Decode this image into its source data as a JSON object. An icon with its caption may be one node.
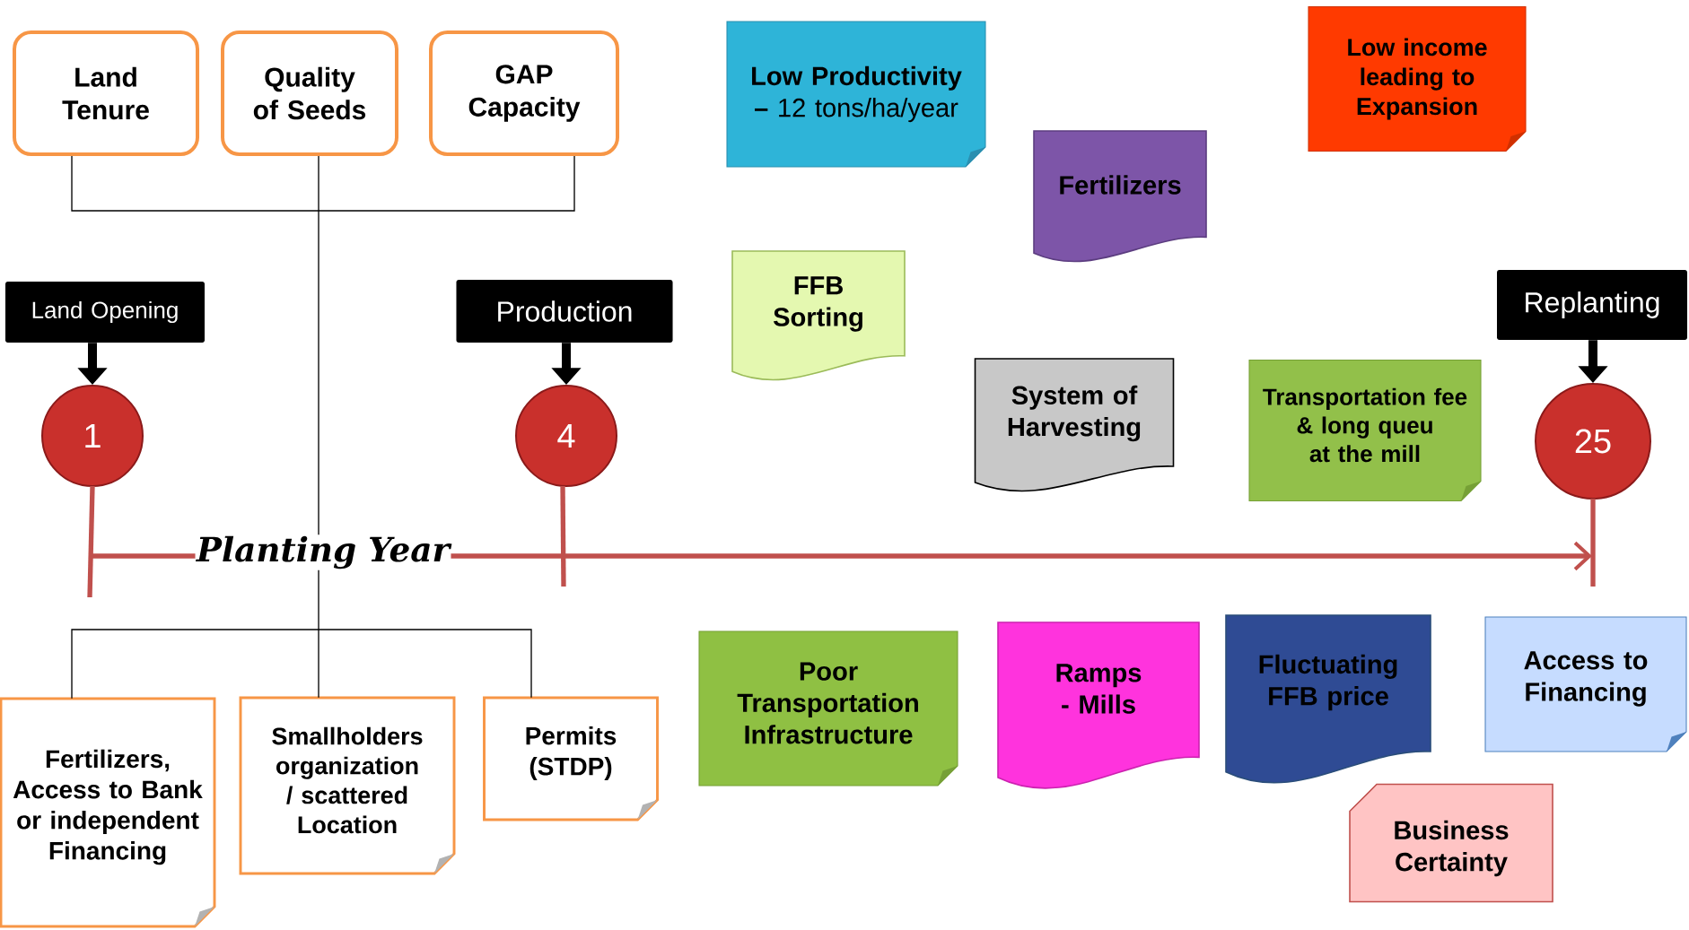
{
  "diagram": {
    "nodes": [
      {
        "text": [
          "Land Tenure"
        ]
      },
      {
        "text": [
          "Quality of Seeds"
        ]
      },
      {
        "text": [
          "GAP Capacity"
        ]
      },
      {
        "text": [
          "**Low Productivity –** 12 tons/ha/year"
        ]
      },
      {
        "text": [
          "Low income leading to Expansion"
        ]
      },
      {
        "text": [
          "Fertilizers"
        ]
      },
      {
        "text": [
          "Land Opening"
        ]
      },
      {
        "text": [
          "Production"
        ]
      },
      {
        "text": [
          "FFB Sorting"
        ]
      },
      {
        "text": [
          "Replanting"
        ]
      },
      {
        "text": [
          "System of Harvesting"
        ]
      },
      {
        "text": [
          "Transportation fee & long queu at the mill"
        ]
      },
      {
        "text": [
          "1"
        ]
      },
      {
        "text": [
          "4"
        ]
      },
      {
        "text": [
          "25"
        ]
      },
      {
        "text": [
          "Fertilizers, Access to Bank or independent Financing"
        ]
      },
      {
        "text": [
          "Smallholders organization / scattered Location"
        ]
      },
      {
        "text": [
          "Permits (STDP)"
        ]
      },
      {
        "text": [
          "Poor Transportation Infrastructure"
        ]
      },
      {
        "text": [
          "Ramps - Mills"
        ]
      },
      {
        "text": [
          "Fluctuating FFB price"
        ]
      },
      {
        "text": [
          "Access to Financing"
        ]
      },
      {
        "text": [
          "Business Certainty"
        ]
      }
    ],
    "edges": [
      {
        "from": 0,
        "to": 15,
        "arrow": "none"
      },
      {
        "from": 0,
        "to": 16,
        "arrow": "none"
      },
      {
        "from": 0,
        "to": 17,
        "arrow": "none"
      },
      {
        "from": 1,
        "to": 15,
        "arrow": "none"
      },
      {
        "from": 1,
        "to": 16,
        "arrow": "none"
      },
      {
        "from": 1,
        "to": 17,
        "arrow": "none"
      },
      {
        "from": 2,
        "to": 15,
        "arrow": "none"
      },
      {
        "from": 2,
        "to": 16,
        "arrow": "none"
      },
      {
        "from": 2,
        "to": 17,
        "arrow": "none"
      },
      {
        "from": 6,
        "to": 12,
        "arrow": "to",
        "style": "thick"
      },
      {
        "from": 7,
        "to": 13,
        "arrow": "to",
        "style": "thick"
      },
      {
        "from": 9,
        "to": 14,
        "arrow": "to",
        "style": "thick"
      }
    ],
    "labels": [
      "Planting Year"
    ]
  }
}
